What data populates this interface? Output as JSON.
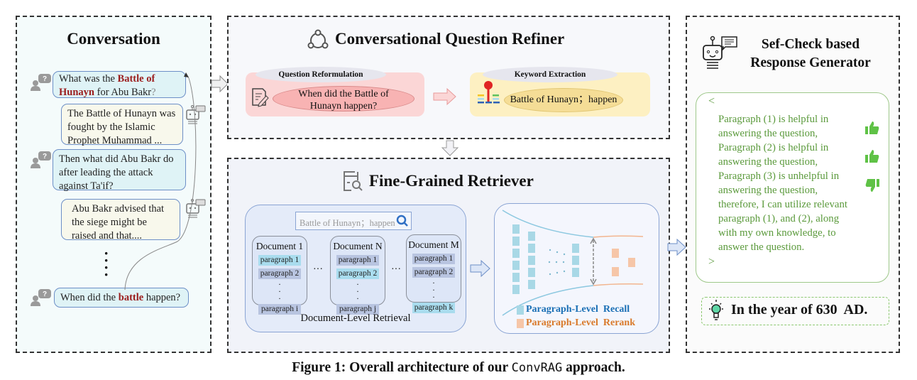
{
  "figure": {
    "caption_prefix": "Figure 1: Overall architecture of our ",
    "caption_method": "ConvRAG",
    "caption_suffix": " approach."
  },
  "conversation": {
    "title": "Conversation",
    "turns": [
      {
        "role": "user",
        "pre": "What was the ",
        "highlight": "Battle of Hunayn",
        "post": " for Abu Bakr",
        "mark": "?"
      },
      {
        "role": "bot",
        "text": "The Battle of Hunayn was fought by the Islamic Prophet Muhammad ..."
      },
      {
        "role": "user",
        "text": "Then what did Abu Bakr do after leading the attack against Ta'if?"
      },
      {
        "role": "bot",
        "text": "Abu Bakr advised that the siege might be raised and that...."
      },
      {
        "role": "user",
        "pre": "When did the ",
        "highlight": "battle",
        "post": " happen?"
      }
    ],
    "ellipsis": "⋮"
  },
  "refiner": {
    "title": "Conversational Question Refiner",
    "reformulation": {
      "label": "Question Reformulation",
      "text": "When did the Battle of Hunayn happen?"
    },
    "keyword": {
      "label": "Keyword Extraction",
      "text": "Battle of Hunayn；happen"
    }
  },
  "retriever": {
    "title": "Fine-Grained Retriever",
    "search_query": "Battle of Hunayn；happen",
    "documents": [
      {
        "title": "Document 1",
        "paragraphs": [
          "paragraph 1",
          "paragraph 2",
          "paragraph i"
        ]
      },
      {
        "title": "Document N",
        "paragraphs": [
          "paragraph 1",
          "paragraph 2",
          "paragraph j"
        ]
      },
      {
        "title": "Document M",
        "paragraphs": [
          "paragraph 1",
          "paragraph 2",
          "paragraph k"
        ]
      }
    ],
    "between_docs": "···",
    "doc_level_label": "Document-Level Retrieval",
    "legend": [
      {
        "label": "Paragraph-Level  Recall",
        "color": "#1a6fb5",
        "swatch": "#a8d8e6"
      },
      {
        "label": "Paragraph-Level  Rerank",
        "color": "#d97a2b",
        "swatch": "#f6c6a8"
      }
    ]
  },
  "response": {
    "title_line1": "Sef-Check based",
    "title_line2": "Response Generator",
    "open": "<",
    "close": ">",
    "lines": [
      "Paragraph (1) is helpful in",
      "answering the question,",
      "Paragraph (2) is helpful in",
      "answering the question,",
      "Paragraph (3) is unhelpful in",
      "answering the question,",
      "therefore, I can utilize relevant",
      "paragraph (1), and (2), along",
      "with my own knowledge, to",
      "answer the question."
    ],
    "judgments": [
      "thumbs-up",
      "thumbs-up",
      "thumbs-down"
    ],
    "answer": "In the year of 630  AD."
  }
}
